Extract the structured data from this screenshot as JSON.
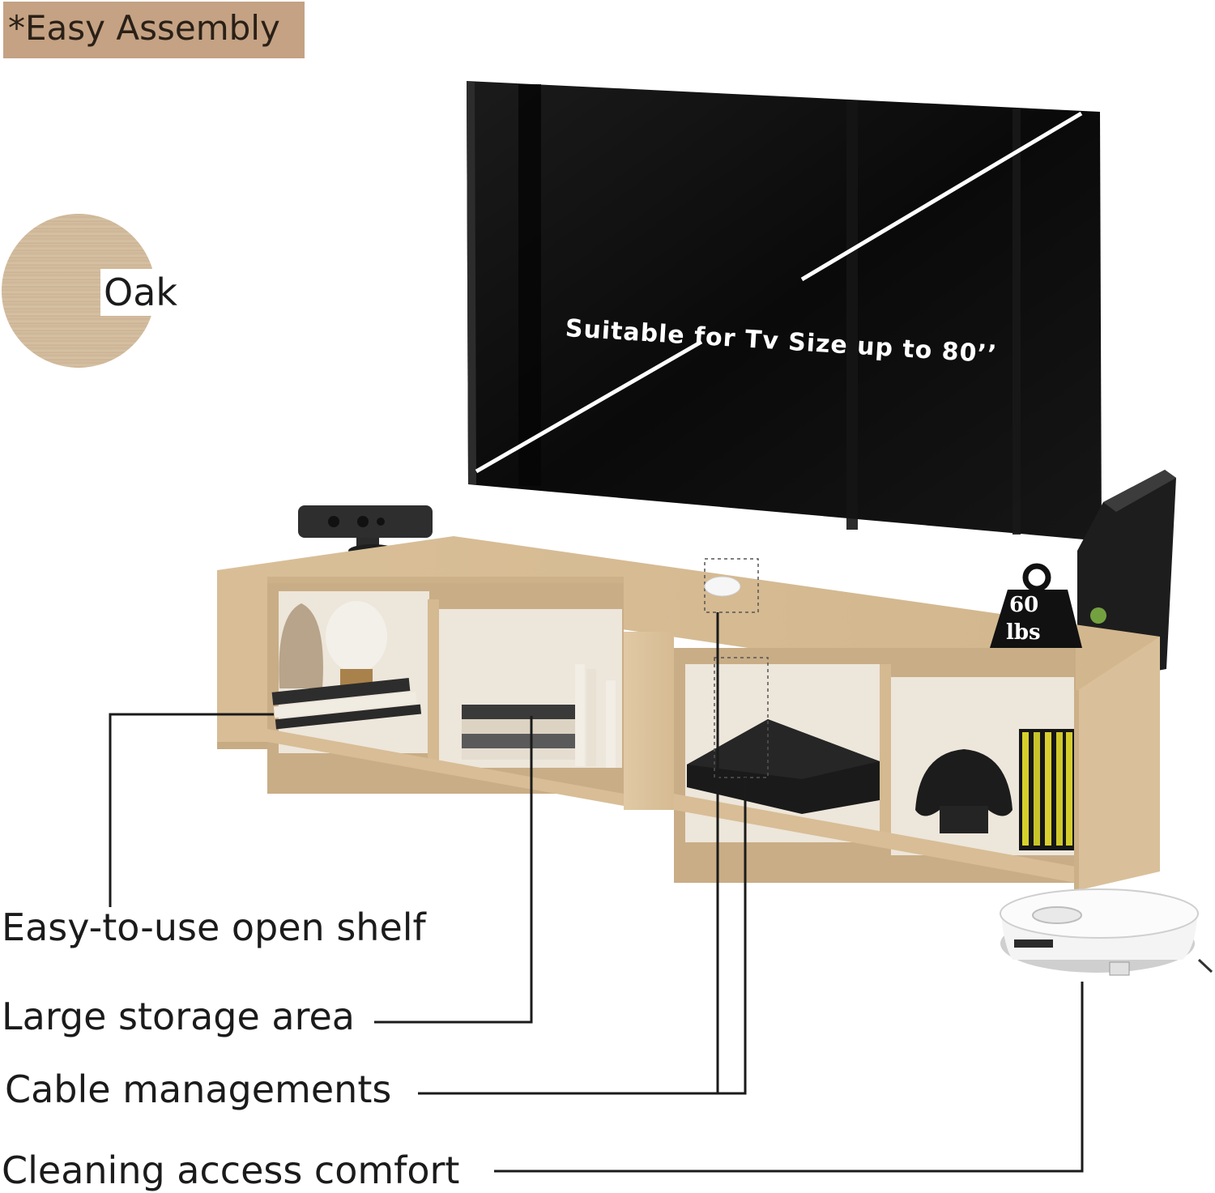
{
  "header": {
    "badge_label": "*Easy Assembly"
  },
  "finish": {
    "label": "Oak",
    "swatch_color": "#cdb697"
  },
  "tv": {
    "caption": "Suitable for Tv Size up to 80’’"
  },
  "weight_badge": {
    "value": "60",
    "unit": "lbs"
  },
  "callouts": [
    {
      "label": "Easy-to-use open shelf"
    },
    {
      "label": "Large storage area"
    },
    {
      "label": "Cable managements"
    },
    {
      "label": "Cleaning access comfort"
    }
  ],
  "colors": {
    "badge": "#c4a283",
    "wood": "#dcc29c",
    "wood_dark": "#c9ad86",
    "tv_screen": "#0c0c0c",
    "line": "#1b1b1b"
  }
}
